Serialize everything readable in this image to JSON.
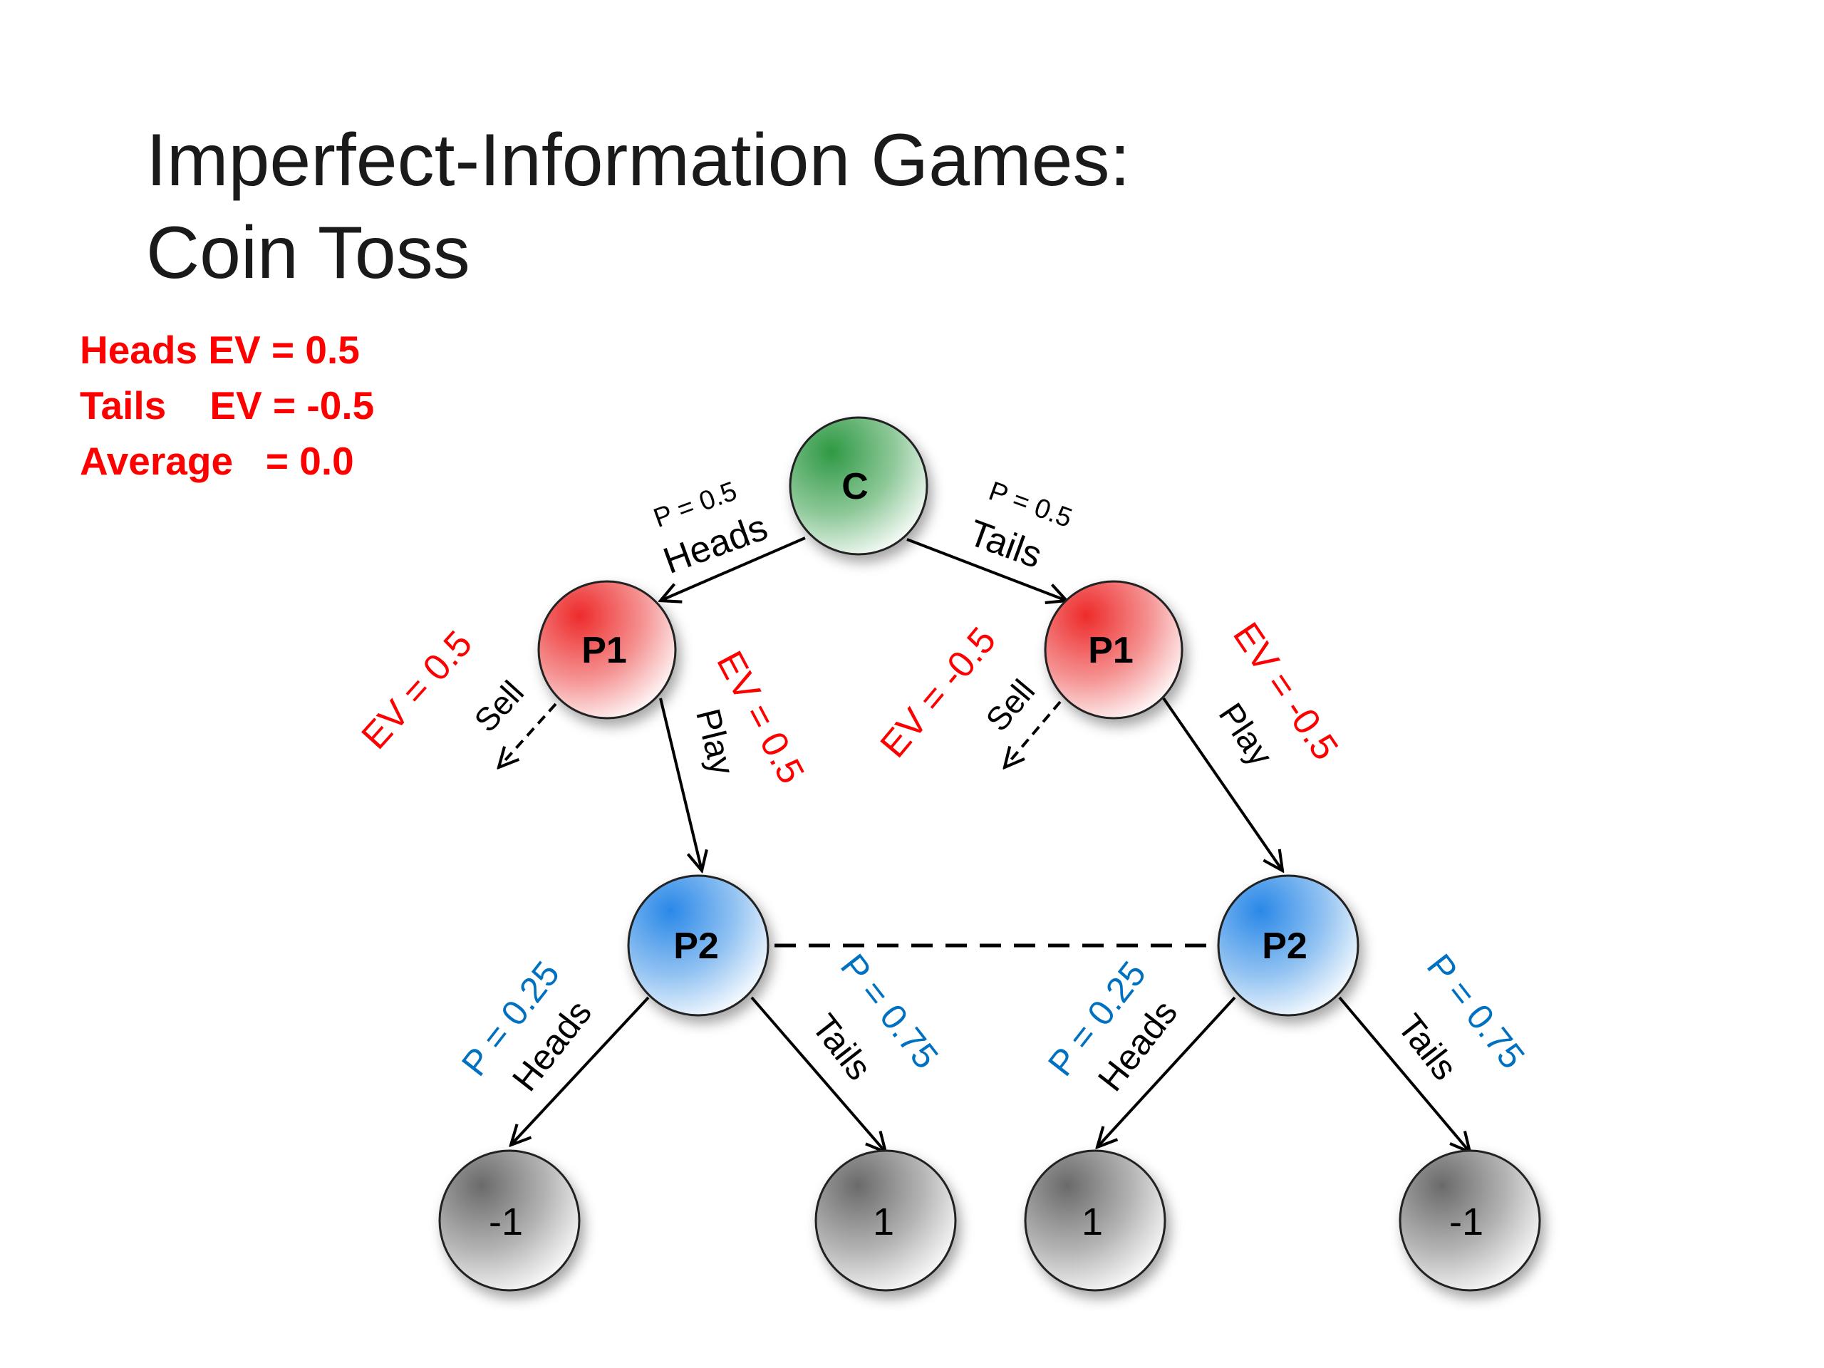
{
  "title": {
    "line1": "Imperfect-Information Games:",
    "line2": "Coin Toss"
  },
  "summary": {
    "heads": "Heads EV = 0.5",
    "tails": "Tails    EV = -0.5",
    "average": "Average   = 0.0"
  },
  "nodes": {
    "chance": "C",
    "p1_heads": "P1",
    "p1_tails": "P1",
    "p2_heads": "P2",
    "p2_tails": "P2",
    "leaf_1": "-1",
    "leaf_2": "1",
    "leaf_3": "1",
    "leaf_4": "-1"
  },
  "edges": {
    "chance_heads_prob": "P = 0.5",
    "chance_heads": "Heads",
    "chance_tails_prob": "P = 0.5",
    "chance_tails": "Tails",
    "left_sell": "Sell",
    "left_sell_ev": "EV = 0.5",
    "left_play": "Play",
    "left_play_ev": "EV = 0.5",
    "right_sell": "Sell",
    "right_sell_ev": "EV = -0.5",
    "right_play": "Play",
    "right_play_ev": "EV = -0.5",
    "p2l_heads": "Heads",
    "p2l_heads_prob": "P = 0.25",
    "p2l_tails": "Tails",
    "p2l_tails_prob": "P = 0.75",
    "p2r_heads": "Heads",
    "p2r_heads_prob": "P = 0.25",
    "p2r_tails": "Tails",
    "p2r_tails_prob": "P = 0.75"
  },
  "colors": {
    "red": "#ff0000",
    "blue": "#0070c0",
    "chance": "#3a9a4a",
    "p1": "#ef3a3a",
    "p2": "#3a8ee8",
    "leaf": "#6e6e6e"
  }
}
